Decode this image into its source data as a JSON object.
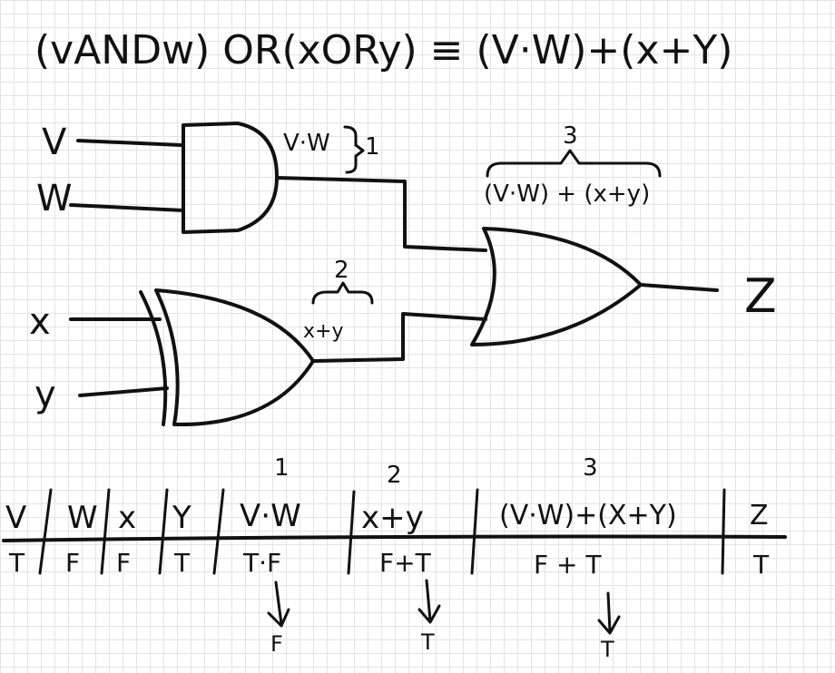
{
  "title": "(vANDw) OR(xORy) ≡ (V·W)+(x+Y)",
  "inputs": {
    "v": "V",
    "w": "W",
    "x": "x",
    "y": "y"
  },
  "output": "Z",
  "labels": {
    "and_out": "V·W",
    "and_num": "1",
    "or_num": "2",
    "or_out": "x+y",
    "final_num": "3",
    "final_out": "(V·W) + (x+y)"
  },
  "table": {
    "step_numbers": [
      "1",
      "2",
      "3"
    ],
    "headers": [
      "V",
      "W",
      "x",
      "Y",
      "V·W",
      "x+y",
      "(V·W)+(X+Y)",
      "Z"
    ],
    "row": [
      "T",
      "F",
      "F",
      "T",
      "T·F",
      "F+T",
      "F + T",
      "T"
    ],
    "results": [
      "F",
      "T",
      "T"
    ]
  }
}
